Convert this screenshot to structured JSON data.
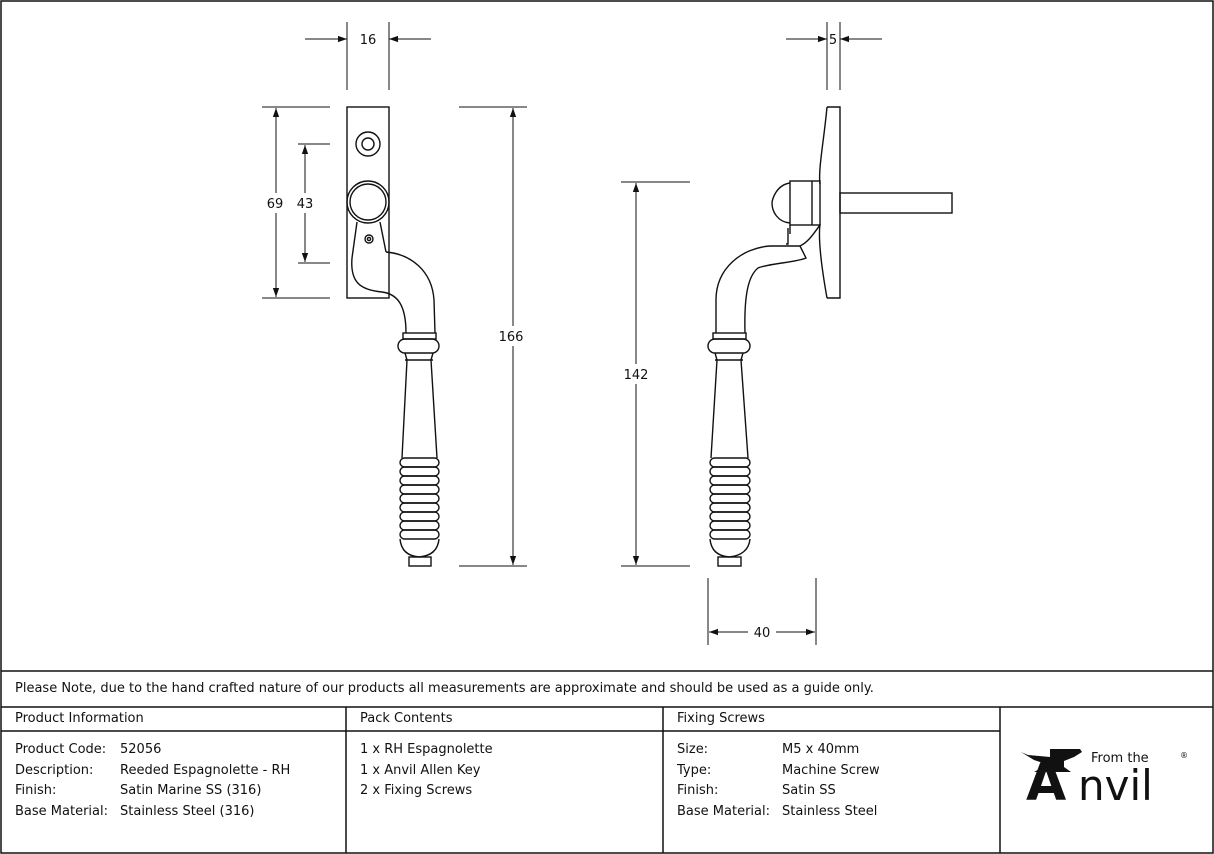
{
  "dimensions": {
    "front_width": "16",
    "side_width": "5",
    "plate_height": "69",
    "screw_centres": "43",
    "overall_height": "166",
    "handle_drop": "142",
    "projection": "40"
  },
  "note": "Please Note, due to the hand crafted nature of our products all measurements are approximate and should be used as a guide only.",
  "product_info": {
    "title": "Product Information",
    "rows": [
      {
        "label": "Product Code:",
        "value": "52056"
      },
      {
        "label": "Description:",
        "value": "Reeded Espagnolette - RH"
      },
      {
        "label": "Finish:",
        "value": "Satin Marine SS (316)"
      },
      {
        "label": "Base Material:",
        "value": "Stainless Steel (316)"
      }
    ]
  },
  "pack_contents": {
    "title": "Pack Contents",
    "items": [
      "1 x RH Espagnolette",
      "1 x Anvil Allen Key",
      "2 x Fixing Screws"
    ]
  },
  "fixing_screws": {
    "title": "Fixing Screws",
    "rows": [
      {
        "label": "Size:",
        "value": "M5 x 40mm"
      },
      {
        "label": "Type:",
        "value": "Machine Screw"
      },
      {
        "label": "Finish:",
        "value": "Satin SS"
      },
      {
        "label": "Base Material:",
        "value": "Stainless Steel"
      }
    ]
  },
  "logo": {
    "from_the": "From the",
    "reg": "®",
    "big_letter": "A",
    "rest": "nvil"
  }
}
